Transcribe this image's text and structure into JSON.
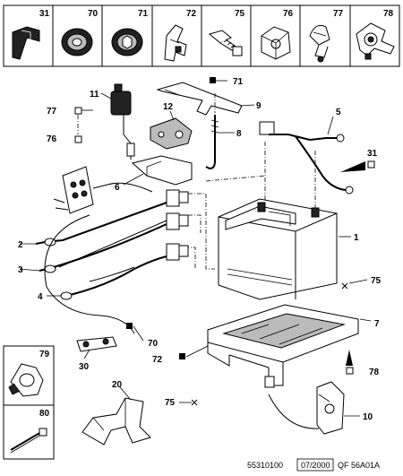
{
  "header_cells": [
    {
      "label": "31",
      "icon": "clip-icon"
    },
    {
      "label": "70",
      "icon": "grommet-icon"
    },
    {
      "label": "71",
      "icon": "hex-grommet-icon"
    },
    {
      "label": "72",
      "icon": "retainer-clip-icon"
    },
    {
      "label": "75",
      "icon": "screw-icon"
    },
    {
      "label": "76",
      "icon": "cage-nut-icon"
    },
    {
      "label": "77",
      "icon": "cable-clip-icon"
    },
    {
      "label": "78",
      "icon": "pipe-clip-icon"
    }
  ],
  "side_cells": [
    {
      "label": "79",
      "icon": "harness-clip-icon"
    },
    {
      "label": "80",
      "icon": "cable-tie-icon"
    }
  ],
  "callouts": {
    "c1": "1",
    "c2": "2",
    "c3": "3",
    "c4": "4",
    "c5": "5",
    "c6": "6",
    "c7": "7",
    "c8": "8",
    "c9": "9",
    "c10": "10",
    "c11": "11",
    "c12": "12",
    "c20": "20",
    "c30": "30",
    "c31": "31",
    "c70": "70",
    "c71": "71",
    "c72": "72",
    "c75a": "75",
    "c75b": "75",
    "c76": "76",
    "c77": "77",
    "c78": "78"
  },
  "footer": {
    "ref": "55310100",
    "date": "07/2000",
    "code": "QF 56A01A"
  }
}
